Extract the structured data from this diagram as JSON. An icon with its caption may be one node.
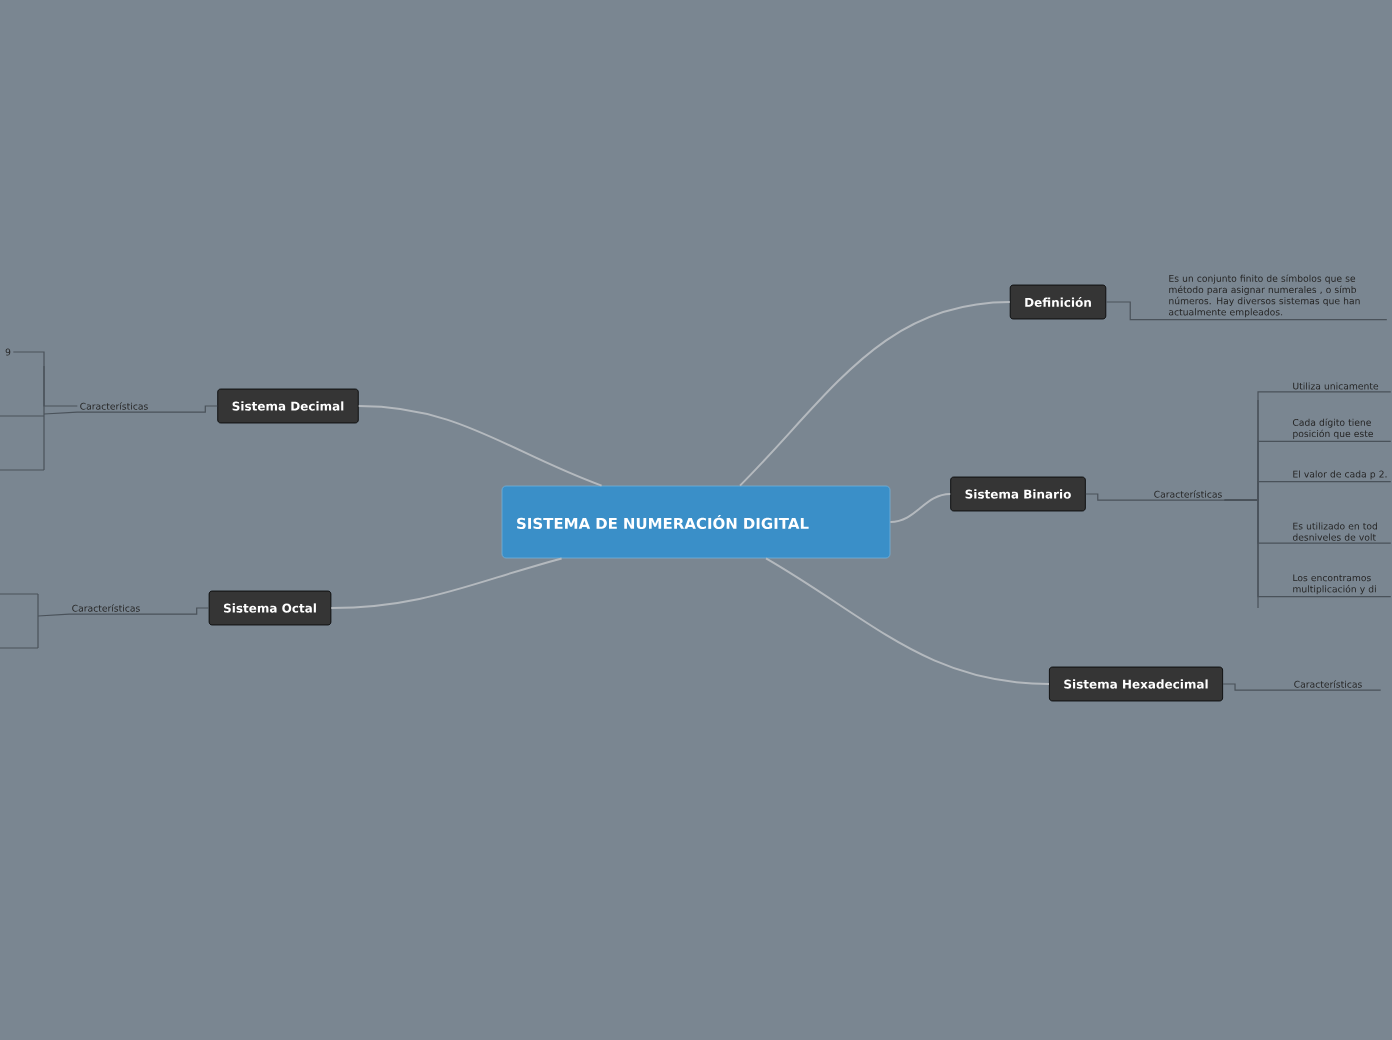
{
  "diagram": {
    "nodes": [
      {
        "text": [
          "SISTEMA DE NUMERACIÓN DIGITAL"
        ]
      },
      {
        "text": [
          "Definición"
        ]
      },
      {
        "text": [
          "Es un conjunto finito de símbolos que se método para asignar numerales , o símb números. Hay diversos sistemas que han actualmente empleados."
        ]
      },
      {
        "text": [
          "Sistema Binario"
        ]
      },
      {
        "text": [
          "Características"
        ]
      },
      {
        "text": [
          "Utiliza unicamente"
        ]
      },
      {
        "text": [
          "Cada dígito tiene posición que este"
        ]
      },
      {
        "text": [
          "El valor de cada p 2."
        ]
      },
      {
        "text": [
          "Es utilizado en tod desniveles de volt"
        ]
      },
      {
        "text": [
          "Los encontramos multiplicación y di"
        ]
      },
      {
        "text": [
          "Sistema Hexadecimal"
        ]
      },
      {
        "text": [
          "Características"
        ]
      },
      {
        "text": [
          "Sistema Decimal"
        ]
      },
      {
        "text": [
          "Características"
        ]
      },
      {
        "text": [
          "9"
        ]
      },
      {
        "text": [
          "Sistema Octal"
        ]
      },
      {
        "text": [
          "Características"
        ]
      }
    ],
    "edges": [
      {
        "from": 0,
        "to": 1,
        "arrow": "none",
        "color": "#b4b9be"
      },
      {
        "from": 0,
        "to": 3,
        "arrow": "none",
        "color": "#b4b9be"
      },
      {
        "from": 0,
        "to": 10,
        "arrow": "none",
        "color": "#b4b9be"
      },
      {
        "from": 0,
        "to": 12,
        "arrow": "none",
        "color": "#b4b9be"
      },
      {
        "from": 0,
        "to": 15,
        "arrow": "none",
        "color": "#b4b9be"
      },
      {
        "from": 1,
        "to": 2,
        "arrow": "none"
      },
      {
        "from": 3,
        "to": 4,
        "arrow": "none"
      },
      {
        "from": 4,
        "to": 5,
        "arrow": "none"
      },
      {
        "from": 4,
        "to": 6,
        "arrow": "none"
      },
      {
        "from": 4,
        "to": 7,
        "arrow": "none"
      },
      {
        "from": 4,
        "to": 8,
        "arrow": "none"
      },
      {
        "from": 4,
        "to": 9,
        "arrow": "none"
      },
      {
        "from": 10,
        "to": 11,
        "arrow": "none"
      },
      {
        "from": 12,
        "to": 13,
        "arrow": "none"
      },
      {
        "from": 13,
        "to": 14,
        "arrow": "none"
      },
      {
        "from": 15,
        "to": 16,
        "arrow": "none"
      }
    ]
  }
}
